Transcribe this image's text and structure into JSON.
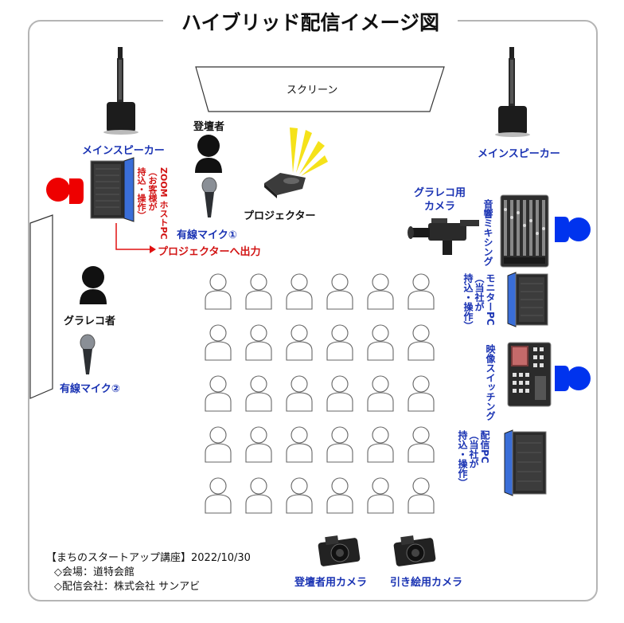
{
  "title": "ハイブリッド配信イメージ図",
  "labels": {
    "screen": "スクリーン",
    "speaker_left": "メインスピーカー",
    "speaker_right": "メインスピーカー",
    "speaker_person": "登壇者",
    "projector": "プロジェクター",
    "mic1": "有線マイク①",
    "mic2": "有線マイク②",
    "graphic_recorder": "グラレコ者",
    "graphic_camera": "グラレコ用\nカメラ",
    "projector_out": "プロジェクターへ出力",
    "zoom_pc": "ZOOM ホストPC\n（お客様が\n持込・操作）",
    "audio_mixer": "音響ミキシング",
    "monitor_pc": "モニターPC\n（当社が\n持込・操作）",
    "video_switcher": "映像スイッチング",
    "stream_pc": "配信PC\n（当社が\n持込・操作）",
    "speaker_camera": "登壇者用カメラ",
    "wide_camera": "引き絵用カメラ"
  },
  "footer": {
    "line1": "【まちのスタートアップ講座】2022/10/30",
    "line2": "◇会場：道特会館",
    "line3": "◇配信会社：株式会社 サンアビ"
  },
  "colors": {
    "blue_text": "#1a33b3",
    "red_text": "#d21414",
    "blue_person": "#0033ee",
    "red_person": "#ee0000",
    "projector_light": "#f5e21a"
  }
}
